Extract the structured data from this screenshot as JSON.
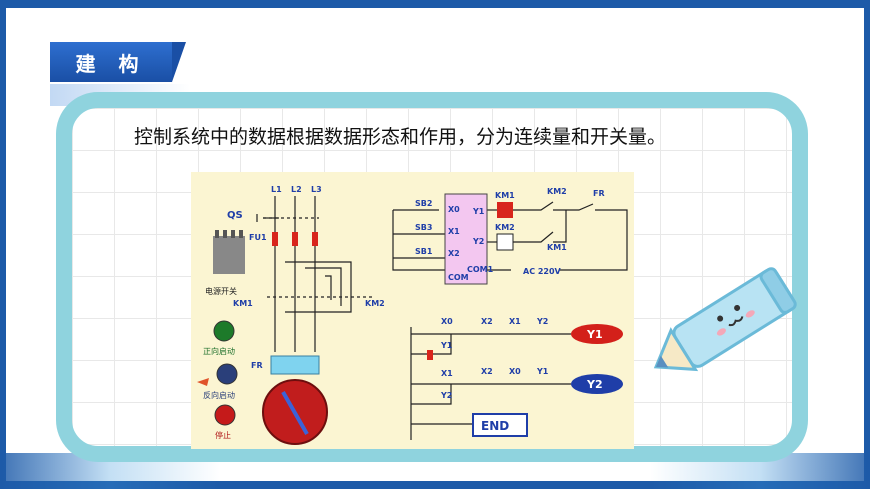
{
  "slide": {
    "title": "建 构",
    "description": "控制系统中的数据根据数据形态和作用，分为连续量和开关量。"
  },
  "circuit": {
    "power_lines": [
      "L1",
      "L2",
      "L3"
    ],
    "qs": "QS",
    "fu1": "FU1",
    "power_switch": "电源开关",
    "km1": "KM1",
    "km2": "KM2",
    "forward_start": "正向启动",
    "fr": "FR",
    "reverse_start": "反向启动",
    "stop": "停止",
    "sb2": "SB2",
    "sb3": "SB3",
    "sb1": "SB1",
    "x0": "X0",
    "x1": "X1",
    "x2": "X2",
    "com": "COM",
    "y1": "Y1",
    "y2": "Y2",
    "com1": "COM1",
    "km1_coil": "KM1",
    "km2_coil": "KM2",
    "km2_contact": "KM2",
    "km1_contact": "KM1",
    "fr_contact": "FR",
    "ac": "AC 220V",
    "ladder_x0": "X0",
    "ladder_x2a": "X2",
    "ladder_x1a": "X1",
    "ladder_y2a": "Y2",
    "ladder_y1hold": "Y1",
    "ladder_x1": "X1",
    "ladder_x2b": "X2",
    "ladder_x0b": "X0",
    "ladder_y1b": "Y1",
    "ladder_y2hold": "Y2",
    "out_y1": "Y1",
    "out_y2": "Y2",
    "end": "END"
  }
}
